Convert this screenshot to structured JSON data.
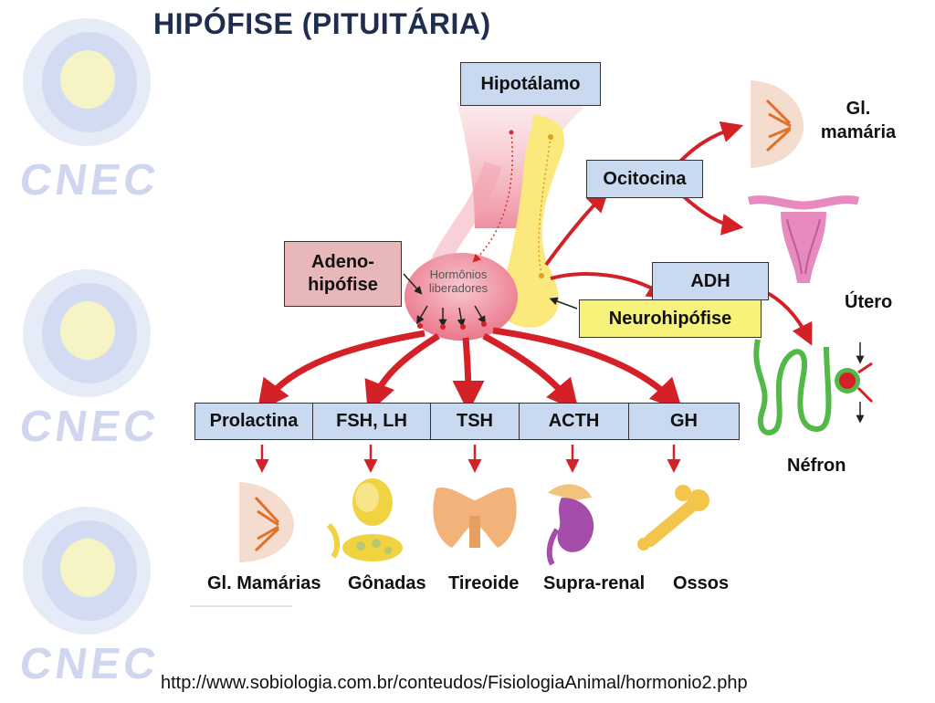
{
  "title": "HIPÓFISE (PITUITÁRIA)",
  "logo_text": "CNEC",
  "boxes": {
    "hipotalamo": "Hipotálamo",
    "ocitocina": "Ocitocina",
    "adeno": "Adeno-\nhipófise",
    "adh": "ADH",
    "neuro": "Neurohipófise"
  },
  "inner_label": "Hormônios\nliberadores",
  "hormones": [
    "Prolactina",
    "FSH, LH",
    "TSH",
    "ACTH",
    "GH"
  ],
  "targets": [
    "Gl. Mamárias",
    "Gônadas",
    "Tireoide",
    "Supra-renal",
    "Ossos"
  ],
  "right_labels": {
    "mamaria": "Gl.\nmamária",
    "utero": "Útero",
    "nefron": "Néfron"
  },
  "source_url": "http://www.sobiologia.com.br/conteudos/FisiologiaAnimal/hormonio2.php",
  "colors": {
    "title": "#1f2d4e",
    "arrow": "#d42027",
    "box_blue": "#c9d9ef",
    "box_pink": "#e8b7b9",
    "box_yellow": "#f7f27a"
  }
}
